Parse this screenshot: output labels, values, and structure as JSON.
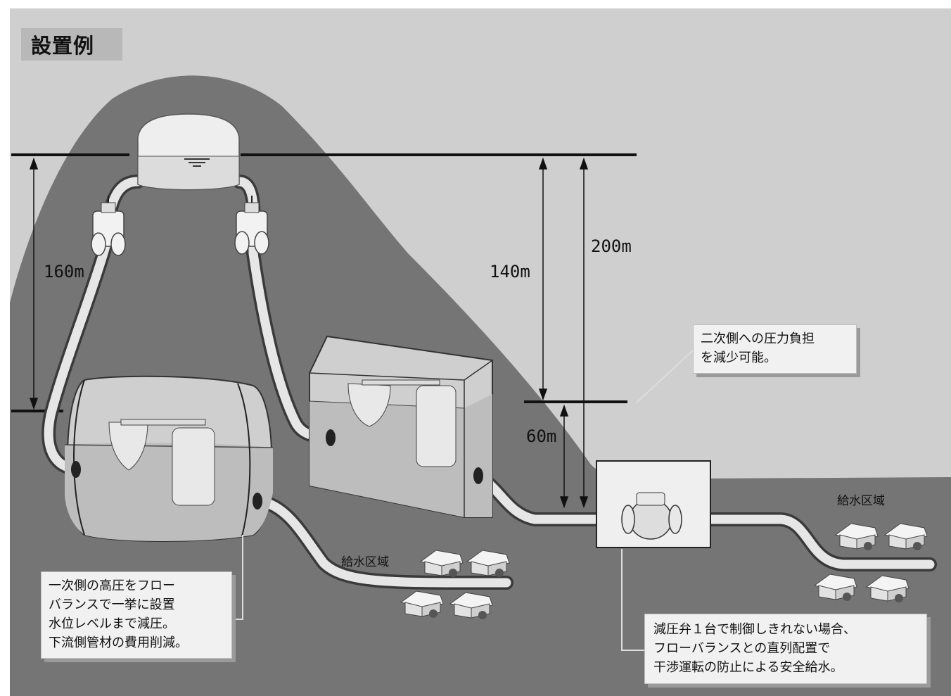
{
  "title": "設置例",
  "dimensions": {
    "d160": "160m",
    "d140": "140m",
    "d200": "200m",
    "d60": "60m"
  },
  "regions": {
    "left": "給水区域",
    "right": "給水区域"
  },
  "callouts": {
    "left": [
      "一次側の高圧をフロー",
      "バランスで一挙に設置",
      "水位レベルまで減圧。",
      "下流側管材の費用削減。"
    ],
    "top_right": [
      "二次側への圧力負担",
      "を減少可能。"
    ],
    "bottom_right": [
      "減圧弁１台で制御しきれない場合、",
      "フローバランスとの直列配置で",
      "干渉運転の防止による安全給水。"
    ]
  },
  "colors": {
    "sky": "#cfcfcf",
    "mountain": "#757575",
    "callout_bg": "#f1f1f1",
    "pipe_outline": "#3a3a3a",
    "pipe_fill": "#e6e6e6"
  }
}
